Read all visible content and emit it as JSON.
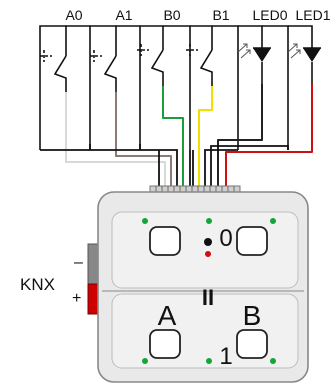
{
  "inputs": [
    "A0",
    "A1",
    "B0",
    "B1",
    "LED0",
    "LED1"
  ],
  "bus": {
    "name": "KNX",
    "minus": "–",
    "plus": "+"
  },
  "module": {
    "upper_rocker_label": "0",
    "lower_rocker_label": "1",
    "left_label": "A",
    "right_label": "B",
    "center_mark": "II"
  },
  "colors": {
    "A0": "#d9d9d9",
    "A1": "#8c7b72",
    "B0": "#1b9e3a",
    "B1": "#f0e000",
    "LED0": "#222222",
    "LED1": "#d01010",
    "ground": "#111111",
    "body": "#e9e9e9",
    "bus_minus": "#888888",
    "bus_plus": "#cc0000",
    "led_green": "#12a63a",
    "led_red": "#d01010"
  }
}
